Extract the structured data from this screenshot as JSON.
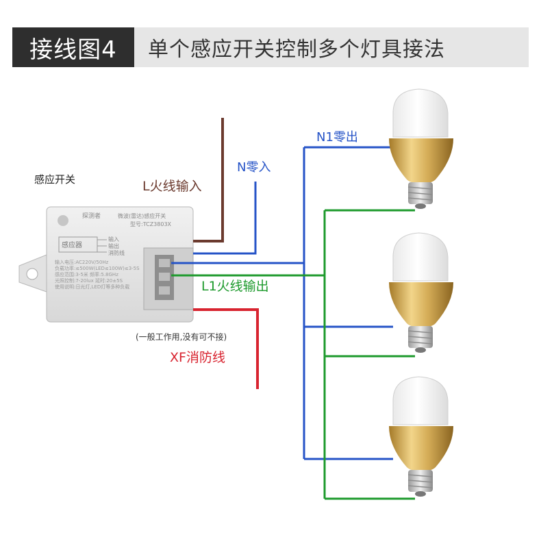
{
  "header": {
    "badge": "接线图4",
    "title": "单个感应开关控制多个灯具接法"
  },
  "device": {
    "caption": "感应开关",
    "brand": "探测者",
    "product_line": "微波(雷达)感应开关",
    "model": "型号:TCZ3803X",
    "sensor_label": "感应器",
    "terminal_labels": [
      "输入",
      "输出",
      "消防线"
    ],
    "specs": [
      "输入电压:AC220V/50Hz",
      "负载功率:≤500W(LED≤100W)≤3-5S",
      "感应范围:3-5米  频率:5.8GHz",
      "光照控制:7-20lux  延时:20±5S",
      "使用说明:日光灯,LED灯等多种负载"
    ]
  },
  "wires": {
    "l_in": "L火线输入",
    "n_in": "N零入",
    "n1_out": "N1零出",
    "l1_out": "L1火线输出",
    "xf_note": "(一般工作用,没有可不接)",
    "xf": "XF消防线"
  },
  "colors": {
    "brown": "#6b3a2e",
    "blue": "#2553c7",
    "green": "#1d9a2c",
    "red": "#d8232f",
    "gold": "#c9a24a"
  }
}
